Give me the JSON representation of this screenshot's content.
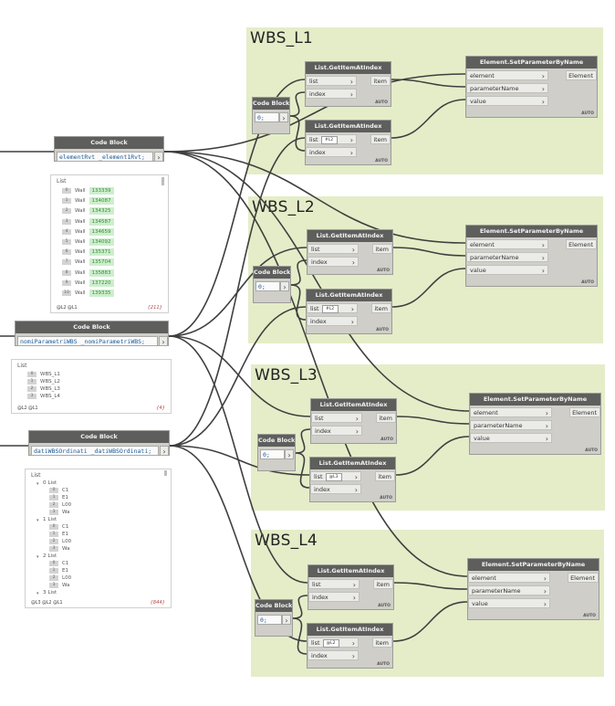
{
  "groups": [
    {
      "title": "WBS_L1"
    },
    {
      "title": "WBS_L2"
    },
    {
      "title": "WBS_L3"
    },
    {
      "title": "WBS_L4"
    }
  ],
  "code_blocks": {
    "header": "Code Block",
    "elements": {
      "code": "elementRvt _element1Rvt;"
    },
    "params": {
      "code": "nomiParametriWBS _nomiParametriWBS;"
    },
    "data": {
      "code": "datiWBSOrdinati _datiWBSOrdinati;"
    },
    "wbs": [
      {
        "code": "0;"
      },
      {
        "code": "0;"
      },
      {
        "code": "0;"
      },
      {
        "code": "0;"
      }
    ]
  },
  "get_item": {
    "header": "List.GetItemAtIndex",
    "in_list": "list",
    "in_index": "index",
    "out_item": "item",
    "index_inline": [
      "#L2",
      "#L2",
      "@L3",
      "@L2"
    ],
    "auto": "AUTO"
  },
  "set_param": {
    "header": "Element.SetParameterByName",
    "in_element": "element",
    "in_parameterName": "parameterName",
    "in_value": "value",
    "out_element": "Element",
    "auto": "AUTO"
  },
  "watch_elements": {
    "title": "List",
    "rows": [
      {
        "i": "0",
        "name": "Wall",
        "id": "133339"
      },
      {
        "i": "1",
        "name": "Wall",
        "id": "134087"
      },
      {
        "i": "2",
        "name": "Wall",
        "id": "134325"
      },
      {
        "i": "3",
        "name": "Wall",
        "id": "134587"
      },
      {
        "i": "4",
        "name": "Wall",
        "id": "134659"
      },
      {
        "i": "5",
        "name": "Wall",
        "id": "134092"
      },
      {
        "i": "6",
        "name": "Wall",
        "id": "135371"
      },
      {
        "i": "7",
        "name": "Wall",
        "id": "135704"
      },
      {
        "i": "8",
        "name": "Wall",
        "id": "135883"
      },
      {
        "i": "9",
        "name": "Wall",
        "id": "137220"
      },
      {
        "i": "10",
        "name": "Wall",
        "id": "139335"
      }
    ],
    "footer_levels": "@L2 @L1",
    "footer_count": "{211}"
  },
  "watch_params": {
    "title": "List",
    "rows": [
      {
        "i": "0",
        "v": "WBS_L1"
      },
      {
        "i": "1",
        "v": "WBS_L2"
      },
      {
        "i": "2",
        "v": "WBS_L3"
      },
      {
        "i": "3",
        "v": "WBS_L4"
      }
    ],
    "footer_levels": "@L2 @L1",
    "footer_count": "{4}"
  },
  "watch_data": {
    "title": "List",
    "groups": [
      {
        "i": "0",
        "label": "List",
        "items": [
          {
            "i": "0",
            "v": "C1"
          },
          {
            "i": "1",
            "v": "E1"
          },
          {
            "i": "2",
            "v": "L00"
          },
          {
            "i": "3",
            "v": "Wa"
          }
        ]
      },
      {
        "i": "1",
        "label": "List",
        "items": [
          {
            "i": "0",
            "v": "C1"
          },
          {
            "i": "1",
            "v": "E1"
          },
          {
            "i": "2",
            "v": "L00"
          },
          {
            "i": "3",
            "v": "Wa"
          }
        ]
      },
      {
        "i": "2",
        "label": "List",
        "items": [
          {
            "i": "0",
            "v": "C1"
          },
          {
            "i": "1",
            "v": "E1"
          },
          {
            "i": "2",
            "v": "L00"
          },
          {
            "i": "3",
            "v": "Wa"
          }
        ]
      },
      {
        "i": "3",
        "label": "List",
        "items": []
      }
    ],
    "footer_levels": "@L3 @L2 @L1",
    "footer_count": "{844}"
  }
}
